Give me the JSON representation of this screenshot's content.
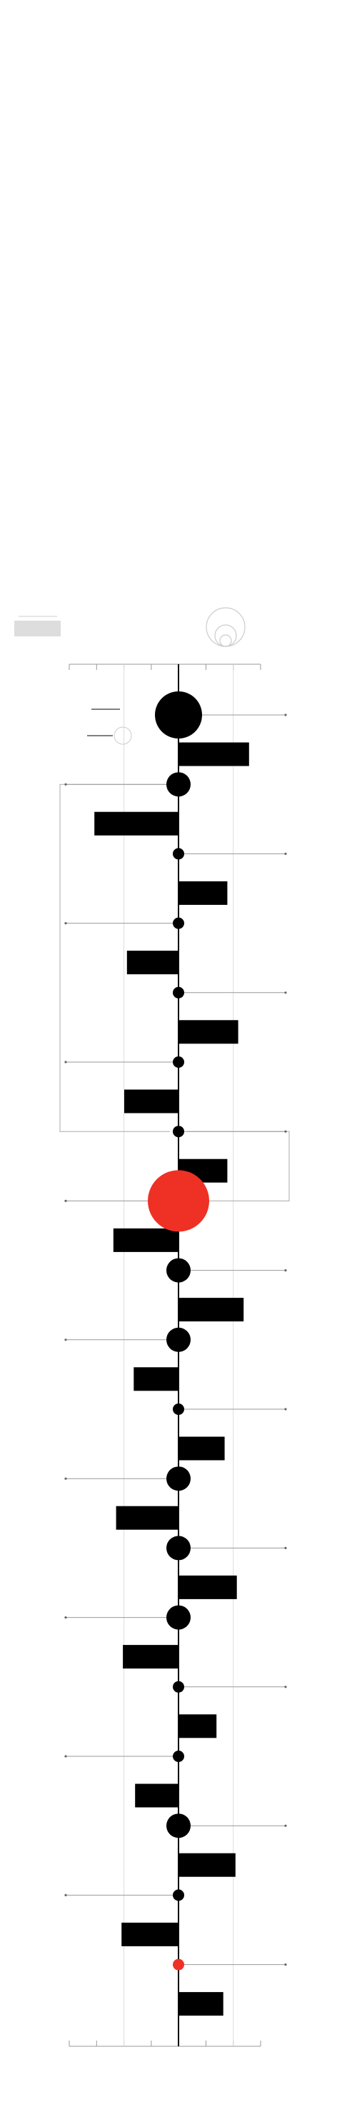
{
  "chart_data": {
    "type": "timeline",
    "title": "",
    "xlabel": "",
    "ylabel": "",
    "colors": {
      "primary": "#000000",
      "highlight": "#ee3124",
      "grid": "#cccccc",
      "legend_box": "#dddddd"
    },
    "grid": true,
    "x_axis_ticks": 8,
    "events": [
      {
        "side": "right",
        "circle": "large",
        "bar": 52,
        "highlight": false
      },
      {
        "side": "left",
        "circle": "medium",
        "bar": 62,
        "highlight": false
      },
      {
        "side": "right",
        "circle": "small",
        "bar": 36,
        "highlight": false
      },
      {
        "side": "left",
        "circle": "small",
        "bar": 38,
        "highlight": false
      },
      {
        "side": "right",
        "circle": "small",
        "bar": 44,
        "highlight": false
      },
      {
        "side": "left",
        "circle": "small",
        "bar": 40,
        "highlight": false
      },
      {
        "side": "right",
        "circle": "small",
        "bar": 36,
        "highlight": false
      },
      {
        "side": "left",
        "circle": "xlarge",
        "bar": 48,
        "highlight": true
      },
      {
        "side": "right",
        "circle": "medium",
        "bar": 48,
        "highlight": false
      },
      {
        "side": "left",
        "circle": "medium",
        "bar": 33,
        "highlight": false
      },
      {
        "side": "right",
        "circle": "small",
        "bar": 34,
        "highlight": false
      },
      {
        "side": "left",
        "circle": "medium",
        "bar": 46,
        "highlight": false
      },
      {
        "side": "right",
        "circle": "medium",
        "bar": 43,
        "highlight": false
      },
      {
        "side": "left",
        "circle": "medium",
        "bar": 41,
        "highlight": false
      },
      {
        "side": "right",
        "circle": "small",
        "bar": 28,
        "highlight": false
      },
      {
        "side": "left",
        "circle": "small",
        "bar": 32,
        "highlight": false
      },
      {
        "side": "right",
        "circle": "medium",
        "bar": 42,
        "highlight": false
      },
      {
        "side": "left",
        "circle": "small",
        "bar": 42,
        "highlight": false
      },
      {
        "side": "right",
        "circle": "small",
        "bar": 33,
        "highlight": true
      }
    ],
    "groups": [
      {
        "side": "left",
        "from": 1,
        "to": 6
      },
      {
        "side": "right",
        "from": 6,
        "to": 7
      }
    ]
  }
}
